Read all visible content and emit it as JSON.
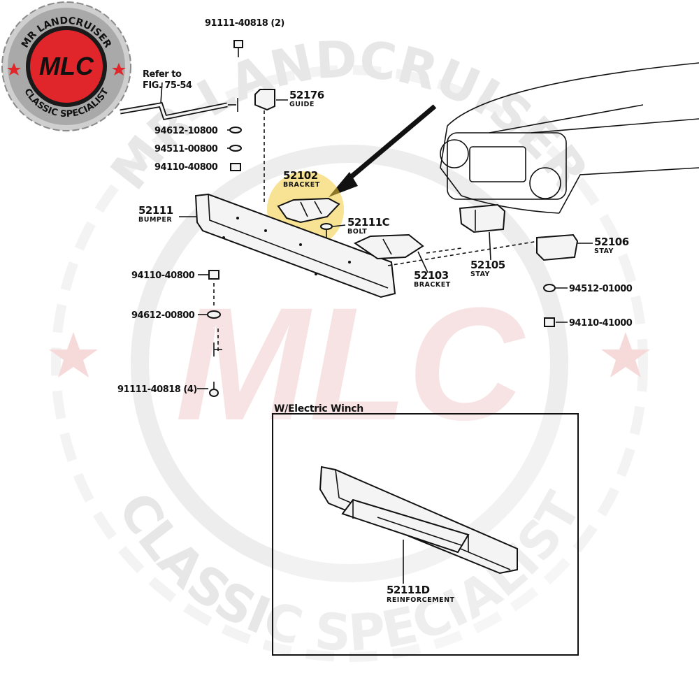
{
  "logo": {
    "top_text": "MR LANDCRUISER",
    "center_text": "MLC",
    "bottom_text": "CLASSIC SPECIALIST"
  },
  "watermark": {
    "arc_top": "MR LANDCRUISER",
    "center": "MLC",
    "arc_bottom": "CLASSIC SPECIALIST"
  },
  "labels": {
    "bolt_top": "91111-40818 (2)",
    "refer_to_line1": "Refer to",
    "refer_to_line2": "FIG. 75-54",
    "guide_num": "52176",
    "guide_name": "GUIDE",
    "nut_1": "94612-10800",
    "washer_1": "94511-00800",
    "nut_2": "94110-40800",
    "bracket_num": "52102",
    "bracket_name": "BRACKET",
    "bumper_num": "52111",
    "bumper_name": "BUMPER",
    "bolt_c_num": "52111C",
    "bolt_c_name": "BOLT",
    "nut_3": "94110-40800",
    "nut_4": "94612-00800",
    "bracket2_num": "52103",
    "bracket2_name": "BRACKET",
    "stay_num": "52105",
    "stay_name": "STAY",
    "stay2_num": "52106",
    "stay2_name": "STAY",
    "washer_right": "94512-01000",
    "nut_right": "94110-41000",
    "bolt_bottom": "91111-40818 (4)",
    "winch_title": "W/Electric Winch",
    "reinf_num": "52111D",
    "reinf_name": "REINFORCEMENT"
  },
  "colors": {
    "logo_red": "#e0252b",
    "logo_ring": "#a7a7a7",
    "highlight": "#f1cc3a",
    "watermark": "#e7e7e7",
    "watermark_star": "#f6dada"
  }
}
